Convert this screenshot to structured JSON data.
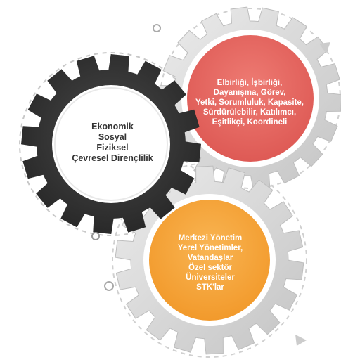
{
  "colors": {
    "dark_gear": "#3a3a3a",
    "red_center": "#e8665f",
    "orange_center": "#f6a63a",
    "silver_gear": "#d8d8d8",
    "dashed_ring": "#c8c8c8",
    "white_center": "#ffffff"
  },
  "gears": {
    "dark": {
      "lines": [
        "Ekonomik",
        "Sosyal",
        "Fiziksel",
        "Çevresel  Dirençlilik"
      ]
    },
    "red": {
      "lines": [
        "Elbirliği, İşbirliği,",
        "Dayanışma,  Görev,",
        "Yetki, Sorumluluk, Kapasite,",
        "Sürdürülebilir, Katılımcı,",
        "Eşitlikçi, Koordineli"
      ]
    },
    "orange": {
      "lines": [
        "Merkezi Yönetim",
        "Yerel Yönetimler,",
        "Vatandaşlar",
        "Özel sektör",
        "Üniversiteler",
        "STK'lar"
      ]
    }
  }
}
